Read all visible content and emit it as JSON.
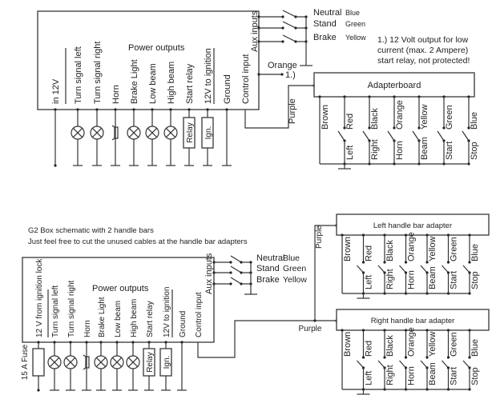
{
  "top": {
    "box_title": "Power outputs",
    "columns": [
      "in 12V",
      "Turn signal left",
      "Turn signal right",
      "Horn",
      "Brake Light",
      "Low beam",
      "High beam",
      "Start relay",
      "12V to ignition",
      "Ground",
      "Control input"
    ],
    "loads": [
      "wire",
      "lamp",
      "lamp",
      "horn",
      "lamp",
      "lamp",
      "lamp",
      "relay",
      "ign",
      "wire",
      "none"
    ],
    "relay_label": "Relay",
    "ign_label": "Ign.",
    "aux_label": "Aux inputs",
    "aux_switches": [
      {
        "name": "Neutral",
        "color": "Blue"
      },
      {
        "name": "Stand",
        "color": "Green"
      },
      {
        "name": "Brake",
        "color": "Yellow"
      }
    ],
    "orange_label": "Orange",
    "orange_ref": "1.)",
    "purple_label": "Purple",
    "note": [
      "1.) 12 Volt output for low",
      "current (max. 2 Ampere)",
      "start relay, not protected!"
    ],
    "adapter": {
      "title": "Adapterboard",
      "wires": [
        "Brown",
        "Red",
        "Black",
        "Orange",
        "Yellow",
        "Green",
        "Blue"
      ],
      "switches": [
        "Left",
        "Right",
        "Horn",
        "Beam",
        "Start",
        "Stop"
      ]
    }
  },
  "bottom": {
    "heading": [
      "G2 Box schematic with 2 handle bars",
      "Just feel free to cut the unused cables at the handle bar adapters"
    ],
    "box_title": "Power outputs",
    "columns": [
      "12 V from ignition lock",
      "Turn signal left",
      "Turn signal right",
      "Horn",
      "Brake Light",
      "Low beam",
      "High beam",
      "Start relay",
      "12V to ignition",
      "Ground",
      "Control input"
    ],
    "loads": [
      "fuse",
      "lamp",
      "lamp",
      "horn",
      "lamp",
      "lamp",
      "lamp",
      "relay",
      "ign",
      "wire",
      "none"
    ],
    "fuse_label": "15 A Fuse",
    "relay_label": "Relay",
    "ign_label": "Ign.",
    "aux_label": "Aux inputs",
    "aux_switches": [
      {
        "name": "Neutral",
        "color": "Blue"
      },
      {
        "name": "Stand",
        "color": "Green"
      },
      {
        "name": "Brake",
        "color": "Yellow"
      }
    ],
    "purple_label_top": "Purple",
    "purple_label_bottom": "Purple",
    "adapters": [
      {
        "title": "Left handle bar adapter",
        "wires": [
          "Brown",
          "Red",
          "Black",
          "Orange",
          "Yellow",
          "Green",
          "Blue"
        ],
        "switches": [
          "Left",
          "Right",
          "Horn",
          "Beam",
          "Start",
          "Stop"
        ]
      },
      {
        "title": "Right handle bar adapter",
        "wires": [
          "Brown",
          "Red",
          "Black",
          "Orange",
          "Yellow",
          "Green",
          "Blue"
        ],
        "switches": [
          "Left",
          "Right",
          "Horn",
          "Beam",
          "Start",
          "Stop"
        ]
      }
    ]
  }
}
